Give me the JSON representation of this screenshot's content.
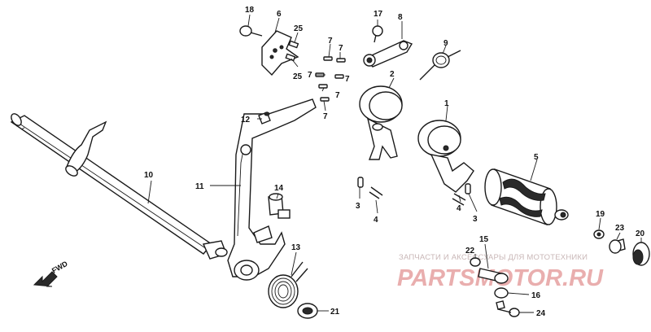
{
  "callouts": {
    "c1": "1",
    "c2": "2",
    "c3a": "3",
    "c3b": "3",
    "c4a": "4",
    "c4b": "4",
    "c5": "5",
    "c6": "6",
    "c7a": "7",
    "c7b": "7",
    "c7c": "7",
    "c7d": "7",
    "c7e": "7",
    "c7f": "7",
    "c8": "8",
    "c9": "9",
    "c10": "10",
    "c11": "11",
    "c12": "12",
    "c13": "13",
    "c14": "14",
    "c15": "15",
    "c16": "16",
    "c17": "17",
    "c18": "18",
    "c19": "19",
    "c20": "20",
    "c21": "21",
    "c22": "22",
    "c23": "23",
    "c24": "24",
    "c25a": "25",
    "c25b": "25"
  },
  "direction_label": "FWD",
  "watermark": {
    "line1": "ЗАПЧАСТИ И АКСЕССУАРЫ ДЛЯ МОТОТЕХНИКИ",
    "line2": "PARTSMOTOR.RU"
  }
}
